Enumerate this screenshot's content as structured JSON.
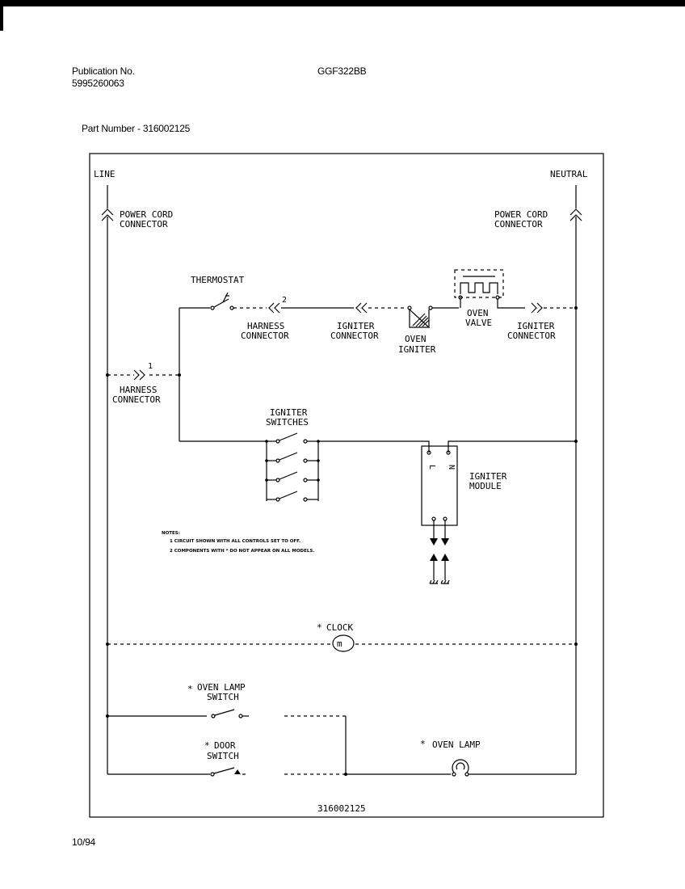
{
  "header": {
    "publication_label": "Publication No.",
    "publication_number": "5995260063",
    "model": "GGF322BB",
    "part_number_label": "Part Number - 316002125"
  },
  "diagram": {
    "line_label": "LINE",
    "neutral_label": "NEUTRAL",
    "power_cord_connector_left": [
      "POWER CORD",
      "CONNECTOR"
    ],
    "power_cord_connector_right": [
      "POWER CORD",
      "CONNECTOR"
    ],
    "thermostat": "THERMOSTAT",
    "harness_connector_top": [
      "HARNESS",
      "CONNECTOR"
    ],
    "harness_connector_top_num": "2",
    "igniter_connector_1": [
      "IGNITER",
      "CONNECTOR"
    ],
    "oven_igniter": [
      "OVEN",
      "IGNITER"
    ],
    "oven_valve": [
      "OVEN",
      "VALVE"
    ],
    "igniter_connector_2": [
      "IGNITER",
      "CONNECTOR"
    ],
    "harness_connector_left": [
      "HARNESS",
      "CONNECTOR"
    ],
    "harness_connector_left_num": "1",
    "igniter_switches": [
      "IGNITER",
      "SWITCHES"
    ],
    "igniter_module": [
      "IGNITER",
      "MODULE"
    ],
    "module_terminals": [
      "L",
      "N"
    ],
    "notes_title": "NOTES:",
    "notes": [
      "1  CIRCUIT SHOWN WITH ALL CONTROLS SET TO OFF.",
      "2  COMPONENTS WITH * DO NOT APPEAR ON ALL MODELS."
    ],
    "clock": "CLOCK",
    "oven_lamp_switch": [
      "OVEN LAMP",
      "SWITCH"
    ],
    "door_switch": [
      "DOOR",
      "SWITCH"
    ],
    "oven_lamp": "OVEN LAMP",
    "asterisk": "*",
    "drawing_number": "316002125"
  },
  "footer": {
    "date": "10/94"
  }
}
